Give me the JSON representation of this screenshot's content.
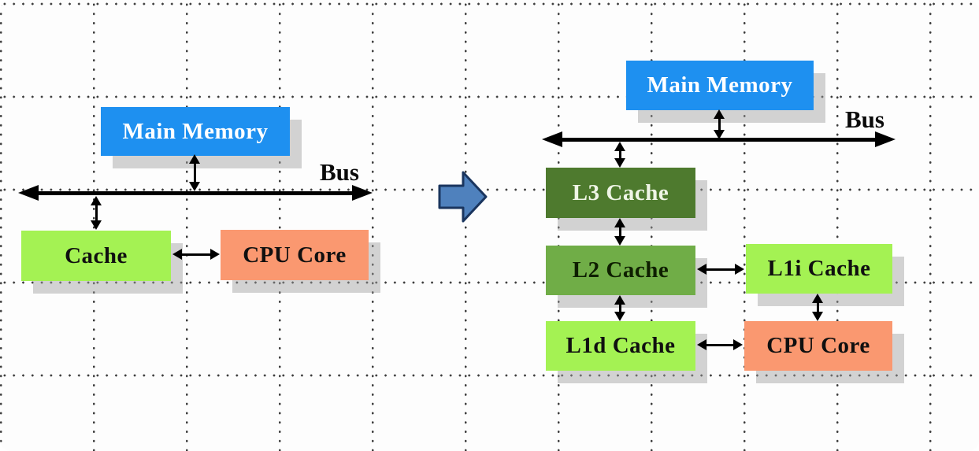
{
  "colors": {
    "main_memory": "#1E90F0",
    "l3_cache": "#4E7A2E",
    "l2_cache": "#70AD47",
    "l1_cache": "#A4F253",
    "cache": "#A4F253",
    "cpu_core": "#FA9870",
    "transition_arrow_fill": "#4F81BD",
    "transition_arrow_border": "#1A355E",
    "box_shadow": "#C9C9C9",
    "arrow": "#000000"
  },
  "left_diagram": {
    "main_memory_label": "Main Memory",
    "bus_label": "Bus",
    "cache_label": "Cache",
    "cpu_core_label": "CPU Core",
    "connections": [
      "Main Memory ↔ Bus",
      "Bus ↔ Cache",
      "Cache ↔ CPU Core"
    ]
  },
  "right_diagram": {
    "main_memory_label": "Main Memory",
    "bus_label": "Bus",
    "l3_label": "L3 Cache",
    "l2_label": "L2 Cache",
    "l1i_label": "L1i Cache",
    "l1d_label": "L1d Cache",
    "cpu_core_label": "CPU Core",
    "connections": [
      "Main Memory ↔ Bus",
      "Bus ↔ L3 Cache",
      "L3 Cache ↔ L2 Cache",
      "L2 Cache ↔ L1i Cache",
      "L2 Cache ↔ L1d Cache",
      "L1i Cache ↔ CPU Core",
      "L1d Cache ↔ CPU Core"
    ]
  }
}
